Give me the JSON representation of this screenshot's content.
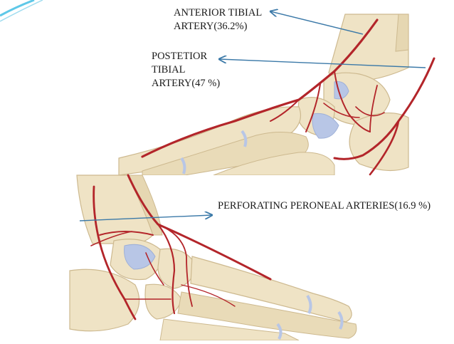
{
  "labels": {
    "anterior_tibial": {
      "line1": "ANTERIOR TIBIAL",
      "line2": "ARTERY(36.2%)"
    },
    "posterior_tibial": {
      "line1": "POSTETIOR",
      "line2": "TIBIAL",
      "line3": "ARTERY(47 %)"
    },
    "perforating_peroneal": {
      "line1": "PERFORATING PERONEAL ARTERIES(16.9 %)"
    }
  },
  "colors": {
    "bone": "#efe3c5",
    "bone_edge": "#cdb98f",
    "cartilage": "#b8c6e6",
    "artery": "#b3252a",
    "arrow": "#3b79a8",
    "accent_stripe": "#5ec8e8"
  }
}
